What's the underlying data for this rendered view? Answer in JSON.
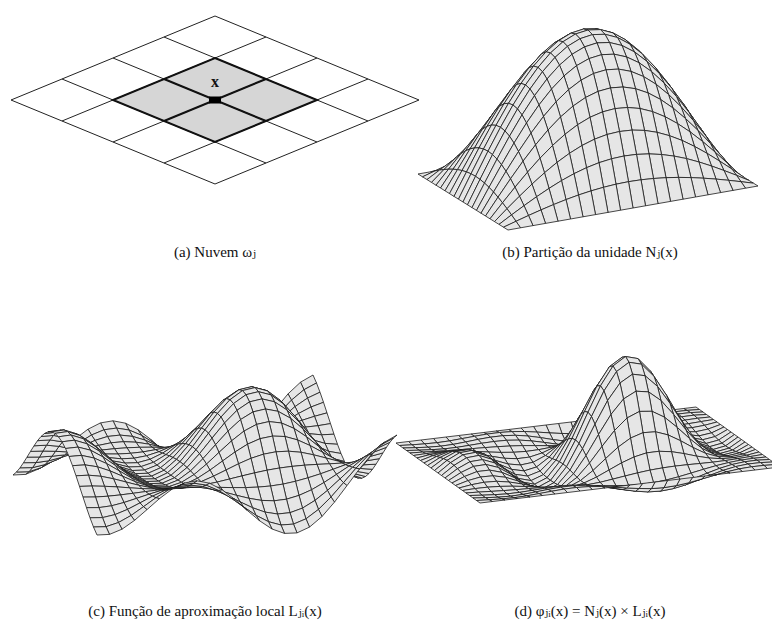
{
  "diagram": {
    "labels": [
      "x",
      "(a) Nuvem ωⱼ",
      "(b) Partição da unidade Nⱼ(x)",
      "(c) Função de aproximação local Lⱼᵢ(x)",
      "(d) φⱼᵢ(x) = Nⱼ(x) × Lⱼᵢ(x)"
    ]
  }
}
